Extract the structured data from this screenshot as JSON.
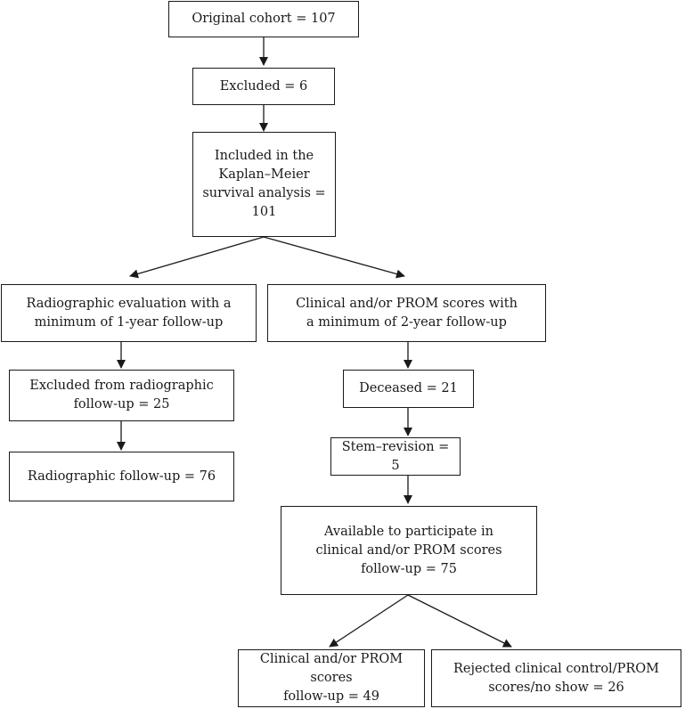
{
  "flowchart": {
    "nodes": {
      "original_cohort": [
        "Original cohort = 107"
      ],
      "excluded": [
        "Excluded = 6"
      ],
      "included_km": [
        "Included in the",
        "Kaplan–Meier",
        "survival analysis = 101"
      ],
      "radiographic_eval": [
        "Radiographic evaluation with a",
        "minimum of 1-year follow-up"
      ],
      "clinical_prom": [
        "Clinical and/or PROM scores with",
        "a minimum of 2-year follow-up"
      ],
      "excluded_radiographic": [
        "Excluded from radiographic",
        "follow-up = 25"
      ],
      "radiographic_followup": [
        "Radiographic follow-up = 76"
      ],
      "deceased": [
        "Deceased = 21"
      ],
      "stem_revision": [
        "Stem–revision = 5"
      ],
      "available": [
        "Available to participate in",
        "clinical and/or PROM scores",
        "follow-up = 75"
      ],
      "clinical_followup": [
        "Clinical and/or PROM scores",
        "follow-up = 49"
      ],
      "rejected": [
        "Rejected clinical control/PROM",
        "scores/no show = 26"
      ]
    },
    "colors": {
      "stroke": "#1a1a1a",
      "fill": "#ffffff"
    }
  }
}
